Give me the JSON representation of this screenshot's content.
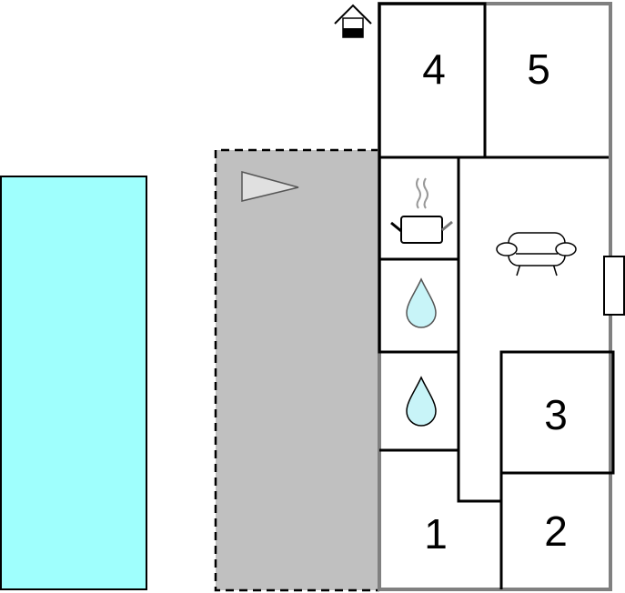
{
  "plan": {
    "rooms": [
      {
        "id": "room-1",
        "label": "1"
      },
      {
        "id": "room-2",
        "label": "2"
      },
      {
        "id": "room-3",
        "label": "3"
      },
      {
        "id": "room-4",
        "label": "4"
      },
      {
        "id": "room-5",
        "label": "5"
      }
    ],
    "icons": [
      "entrance-icon",
      "terrace-direction-icon",
      "kitchen-pot-icon",
      "bathroom-drop-icon",
      "bathroom-drop-icon",
      "sofa-icon"
    ],
    "colors": {
      "pool": "#9ffffd",
      "terrace": "#c0c0c0",
      "outer_wall": "#808080",
      "water_drop": "#c8f4f8"
    }
  }
}
